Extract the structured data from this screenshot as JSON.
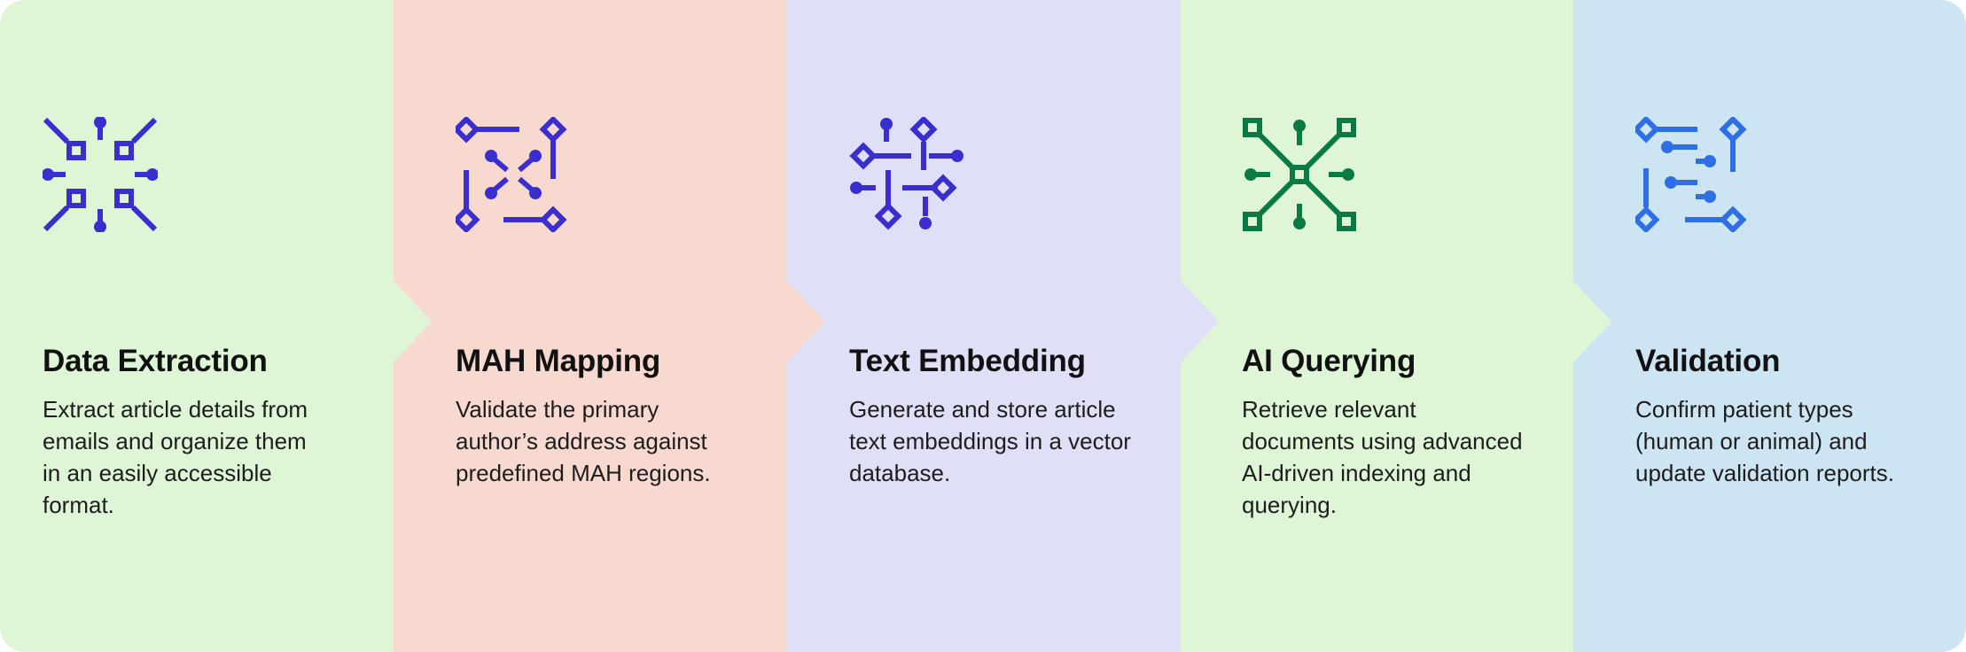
{
  "stages": [
    {
      "title": "Data Extraction",
      "description": "Extract article details from emails and organize them in an easily accessible format.",
      "icon": "data-extraction-icon",
      "background": "#dff6d6",
      "icon_color": "#3b2ecf"
    },
    {
      "title": "MAH Mapping",
      "description": "Validate the primary author’s address against predefined MAH regions.",
      "icon": "mah-mapping-icon",
      "background": "#f7d9d0",
      "icon_color": "#3b2ecf"
    },
    {
      "title": "Text Embedding",
      "description": "Generate and store article text embeddings in a vector database.",
      "icon": "text-embedding-icon",
      "background": "#dfdff8",
      "icon_color": "#3b2ecf"
    },
    {
      "title": "AI Querying",
      "description": "Retrieve relevant documents using advanced AI-driven indexing and querying.",
      "icon": "ai-querying-icon",
      "background": "#dff6d6",
      "icon_color": "#0a7a45"
    },
    {
      "title": "Validation",
      "description": "Confirm patient types (human or animal) and update validation reports.",
      "icon": "validation-icon",
      "background": "#cde4f3",
      "icon_color": "#2f6fe6"
    }
  ]
}
